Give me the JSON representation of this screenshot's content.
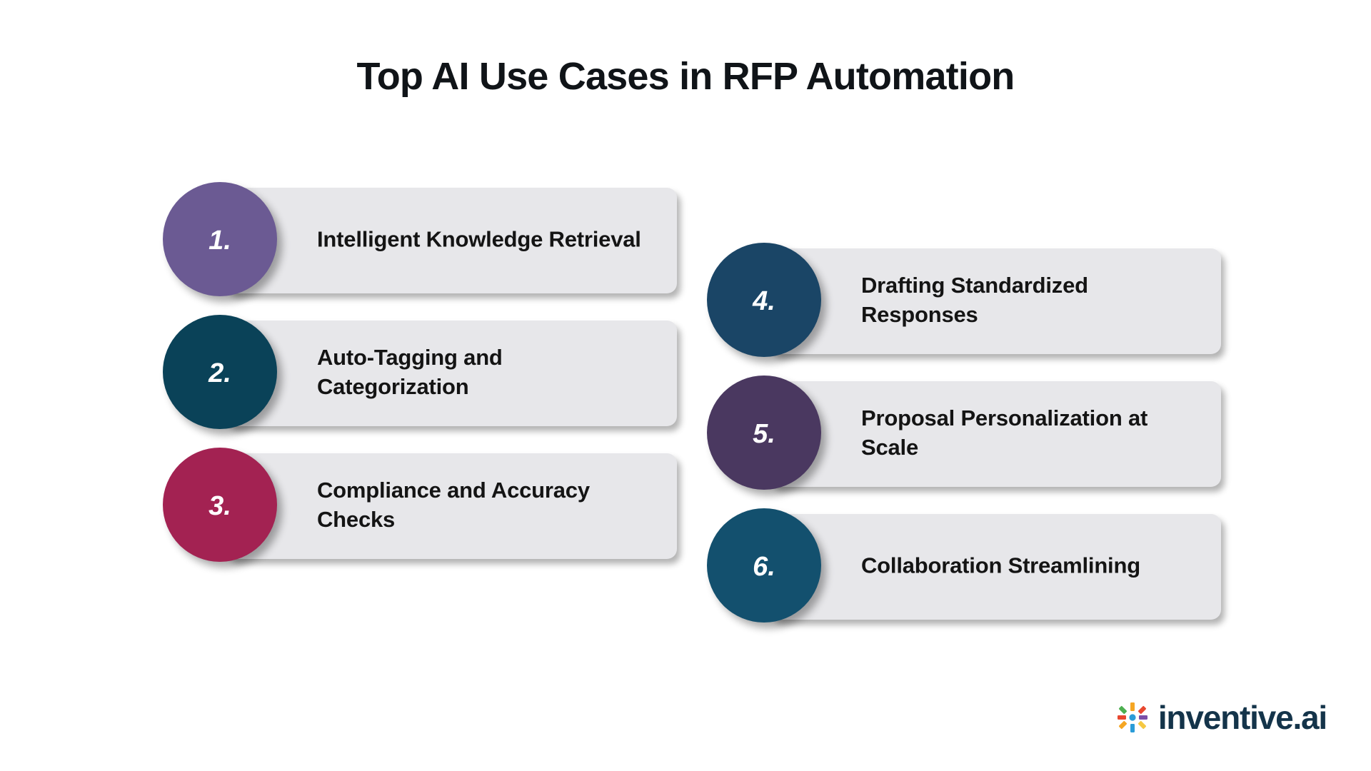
{
  "header": {
    "title": "Top AI Use Cases in RFP Automation"
  },
  "colors": {
    "background": "#ffffff",
    "card_plate": "#e7e7ea",
    "title_text": "#101418",
    "card_text": "#141414",
    "badge_number_text": "#ffffff",
    "logo_text": "#14344a"
  },
  "columns": {
    "left": {
      "cards": [
        {
          "number": "1.",
          "label": "Intelligent Knowledge Retrieval",
          "badge_color": "#6B5A93"
        },
        {
          "number": "2.",
          "label": "Auto-Tagging and Categorization",
          "badge_color": "#0A4258"
        },
        {
          "number": "3.",
          "label": "Compliance and Accuracy Checks",
          "badge_color": "#A32252"
        }
      ]
    },
    "right": {
      "cards": [
        {
          "number": "4.",
          "label": "Drafting Standardized Responses",
          "badge_color": "#1A4566"
        },
        {
          "number": "5.",
          "label": "Proposal Personalization at Scale",
          "badge_color": "#4A3860"
        },
        {
          "number": "6.",
          "label": "Collaboration Streamlining",
          "badge_color": "#13506E"
        }
      ]
    }
  },
  "logo": {
    "mark_name": "inventive-asterisk-icon",
    "text": "inventive.ai",
    "mark_colors": [
      "#F5A623",
      "#E8472F",
      "#2B9CD8",
      "#7B4FA8",
      "#4CAF50",
      "#F5C842"
    ]
  }
}
